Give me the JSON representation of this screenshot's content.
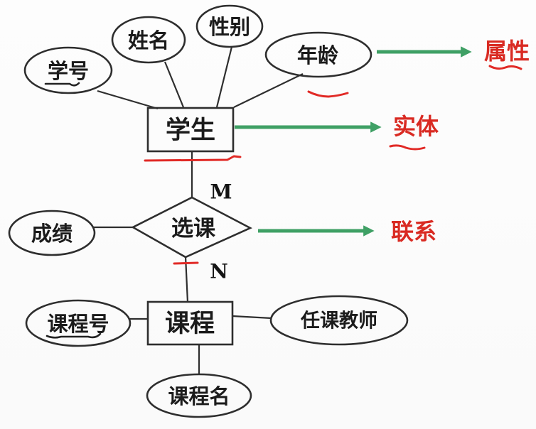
{
  "diagram": {
    "type": "er-diagram",
    "entities": [
      {
        "id": "student",
        "label": "学生"
      },
      {
        "id": "course",
        "label": "课程"
      }
    ],
    "relationships": [
      {
        "id": "enrollment",
        "label": "选课",
        "cardinality_top": "M",
        "cardinality_bottom": "N"
      }
    ],
    "attributes": [
      {
        "id": "student-id",
        "label": "学号",
        "owner": "学生",
        "primary_key": true
      },
      {
        "id": "name",
        "label": "姓名",
        "owner": "学生"
      },
      {
        "id": "gender",
        "label": "性别",
        "owner": "学生"
      },
      {
        "id": "age",
        "label": "年龄",
        "owner": "学生"
      },
      {
        "id": "grade",
        "label": "成绩",
        "owner": "选课"
      },
      {
        "id": "course-id",
        "label": "课程号",
        "owner": "课程",
        "primary_key": true
      },
      {
        "id": "course-teacher",
        "label": "任课教师",
        "owner": "课程"
      },
      {
        "id": "course-name",
        "label": "课程名",
        "owner": "课程"
      }
    ],
    "legend_annotations": [
      {
        "id": "attribute-label",
        "label": "属性"
      },
      {
        "id": "entity-label",
        "label": "实体"
      },
      {
        "id": "relationship-label",
        "label": "联系"
      }
    ],
    "colors": {
      "ink": "#2e2e2e",
      "arrow_green": "#3fa065",
      "annotation_red": "#d92a22"
    }
  }
}
